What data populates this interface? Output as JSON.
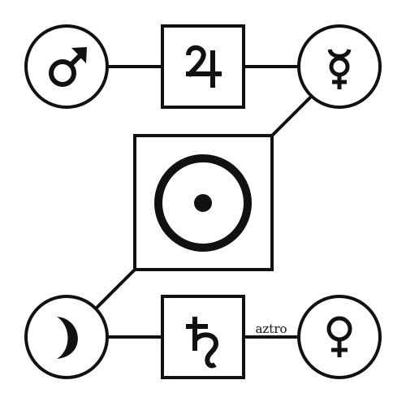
{
  "diagram": {
    "nodes": [
      {
        "id": "mars",
        "shape": "circle",
        "symbol": "mars-symbol"
      },
      {
        "id": "jupiter",
        "shape": "square",
        "symbol": "jupiter-symbol"
      },
      {
        "id": "mercury",
        "shape": "circle",
        "symbol": "mercury-symbol"
      },
      {
        "id": "sun",
        "shape": "square",
        "symbol": "sun-symbol"
      },
      {
        "id": "moon",
        "shape": "circle",
        "symbol": "moon-symbol"
      },
      {
        "id": "saturn",
        "shape": "square",
        "symbol": "saturn-symbol"
      },
      {
        "id": "venus",
        "shape": "circle",
        "symbol": "venus-symbol"
      }
    ],
    "edges": [
      {
        "from": "mars",
        "to": "jupiter"
      },
      {
        "from": "jupiter",
        "to": "mercury"
      },
      {
        "from": "mercury",
        "to": "sun"
      },
      {
        "from": "sun",
        "to": "moon"
      },
      {
        "from": "moon",
        "to": "saturn"
      },
      {
        "from": "saturn",
        "to": "venus",
        "label": "aztro"
      }
    ],
    "colors": {
      "stroke": "#111111",
      "fill": "#ffffff"
    }
  }
}
